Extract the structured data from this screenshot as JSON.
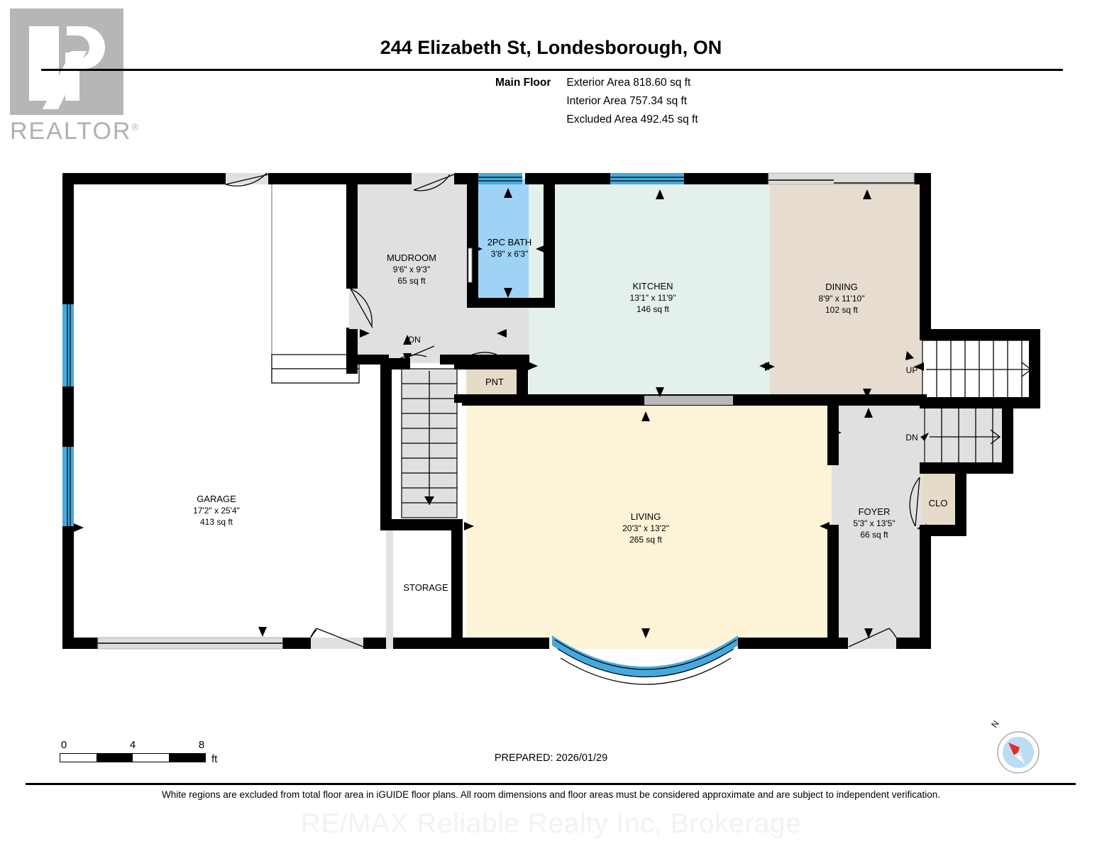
{
  "logo": {
    "brand": "REALTOR",
    "registered": "®"
  },
  "header": {
    "title": "244 Elizabeth St, Londesborough, ON",
    "floor_label": "Main Floor",
    "areas": [
      "Exterior Area 818.60 sq ft",
      "Interior Area 757.34 sq ft",
      "Excluded Area 492.45 sq ft"
    ]
  },
  "rooms": [
    {
      "name": "GARAGE",
      "dims": "17'2\" x 25'4\"",
      "area": "413 sq ft",
      "fill": "#ffffff"
    },
    {
      "name": "MUDROOM",
      "dims": "9'6\" x 9'3\"",
      "area": "65 sq ft",
      "fill": "#e0e0e0"
    },
    {
      "name": "2PC BATH",
      "dims": "3'8\" x 6'3\"",
      "area": "",
      "fill": "#9ed3f5"
    },
    {
      "name": "KITCHEN",
      "dims": "13'1\" x 11'9\"",
      "area": "146 sq ft",
      "fill": "#e4f0ea"
    },
    {
      "name": "DINING",
      "dims": "8'9\" x 11'10\"",
      "area": "102 sq ft",
      "fill": "#e6ddd0"
    },
    {
      "name": "LIVING",
      "dims": "20'3\" x 13'2\"",
      "area": "265 sq ft",
      "fill": "#fdf3d7"
    },
    {
      "name": "FOYER",
      "dims": "5'3\" x 13'5\"",
      "area": "66 sq ft",
      "fill": "#e0e0e0"
    },
    {
      "name": "PNT",
      "dims": "",
      "area": "",
      "fill": "#e6dbc8"
    },
    {
      "name": "CLO",
      "dims": "",
      "area": "",
      "fill": "#e6dbc8"
    },
    {
      "name": "STORAGE",
      "dims": "",
      "area": "",
      "fill": "#ffffff"
    }
  ],
  "stair_labels": {
    "up": "UP",
    "dn_foyer": "DN",
    "dn_mudroom": "DN"
  },
  "scale": {
    "ticks": [
      "0",
      "4",
      "8"
    ],
    "unit": "ft"
  },
  "compass": {
    "north_label": "N"
  },
  "footer": {
    "prepared": "PREPARED: 2026/01/29",
    "disclaimer": "White regions are excluded from total floor area in iGUIDE floor plans. All room dimensions and floor areas must be considered approximate and are subject to independent verification.",
    "watermark": "RE/MAX Reliable Realty Inc, Brokerage"
  },
  "colors": {
    "wall": "#000000",
    "window": "#46a9dd",
    "gray_room": "#e0e0e0",
    "kitchen": "#e4f0ea",
    "dining": "#e6ddd0",
    "living": "#fdf3d7",
    "bath": "#9ed3f5",
    "tan": "#e6dbc8",
    "door_gray": "#d9d9d9",
    "slider_gray": "#c8c8c8"
  }
}
